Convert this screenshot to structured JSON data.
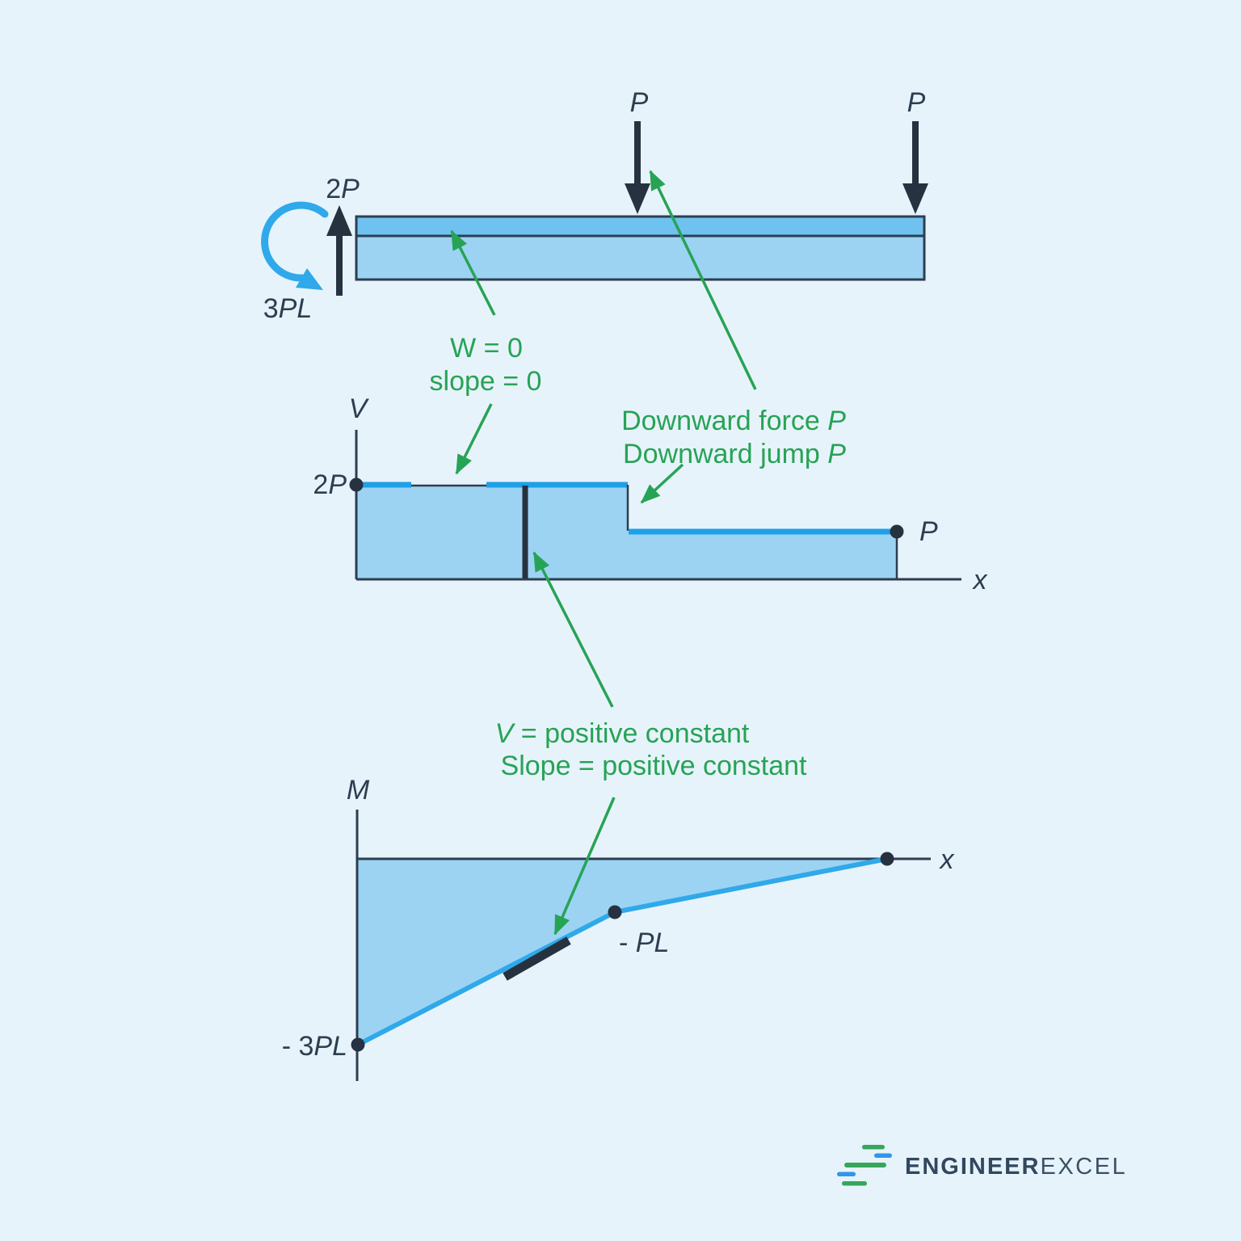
{
  "colors": {
    "background": "#e7f3fb",
    "fill_light_blue": "#9cd3f3",
    "fill_medium_blue": "#6fc2ef",
    "ink_dark": "#2c3e50",
    "ink_heavy": "#263240",
    "highlight_blue": "#1ea0e9",
    "curve_blue": "#2fa9ea",
    "annotation_green": "#27a355",
    "logo_green": "#37a65a",
    "logo_blue": "#3097e8",
    "logo_text": "#31475e"
  },
  "beam": {
    "reaction_force": {
      "num": "2",
      "var": "P"
    },
    "reaction_moment": {
      "num": "3",
      "var": "PL"
    },
    "load_mid": {
      "var": "P"
    },
    "load_end": {
      "var": "P"
    }
  },
  "shear": {
    "y_axis": "V",
    "x_axis": "x",
    "start_label": {
      "num": "2",
      "var": "P"
    },
    "end_label": {
      "var": "P"
    }
  },
  "moment": {
    "y_axis": "M",
    "x_axis": "x",
    "start_label": {
      "num": "- 3",
      "var": "PL"
    },
    "kink_label": {
      "num": "- ",
      "var": "PL"
    }
  },
  "annotations": {
    "w_zero": {
      "line1": "W = 0",
      "line2": "slope = 0"
    },
    "downward": {
      "line1_text": "Downward force ",
      "line1_var": "P",
      "line2_text": "Downward jump ",
      "line2_var": "P"
    },
    "v_constant": {
      "line1_var": "V",
      "line1_text": " = positive constant",
      "line2": "Slope = positive constant"
    }
  },
  "logo": {
    "bold": "ENGINEER",
    "light": "EXCEL"
  },
  "chart_data": [
    {
      "type": "area",
      "title": "Shear force diagram",
      "xlabel": "x",
      "ylabel": "V",
      "x_units_of_L": [
        0,
        1,
        1,
        2,
        2
      ],
      "values_units_of_P": [
        2,
        2,
        1,
        1,
        0
      ],
      "x": [
        "0",
        "L",
        "L",
        "2L",
        "2L"
      ],
      "values": [
        "2P",
        "2P",
        "P",
        "P",
        "0"
      ],
      "point_labels": [
        {
          "x": "0",
          "v": "2P"
        },
        {
          "x": "2L",
          "v": "P"
        }
      ],
      "annotations": [
        "W = 0",
        "slope = 0",
        "Downward force P",
        "Downward jump P"
      ],
      "grid": false,
      "legend": "none"
    },
    {
      "type": "area",
      "title": "Bending moment diagram",
      "xlabel": "x",
      "ylabel": "M",
      "x_units_of_L": [
        0,
        1,
        2
      ],
      "values_units_of_PL": [
        -3,
        -1,
        0
      ],
      "x": [
        "0",
        "L",
        "2L"
      ],
      "values": [
        "-3PL",
        "-PL",
        "0"
      ],
      "point_labels": [
        {
          "x": "0",
          "m": "- 3PL"
        },
        {
          "x": "L",
          "m": "- PL"
        },
        {
          "x": "2L",
          "m": "0"
        }
      ],
      "annotations": [
        "V = positive constant",
        "Slope = positive constant"
      ],
      "grid": false,
      "legend": "none"
    }
  ]
}
